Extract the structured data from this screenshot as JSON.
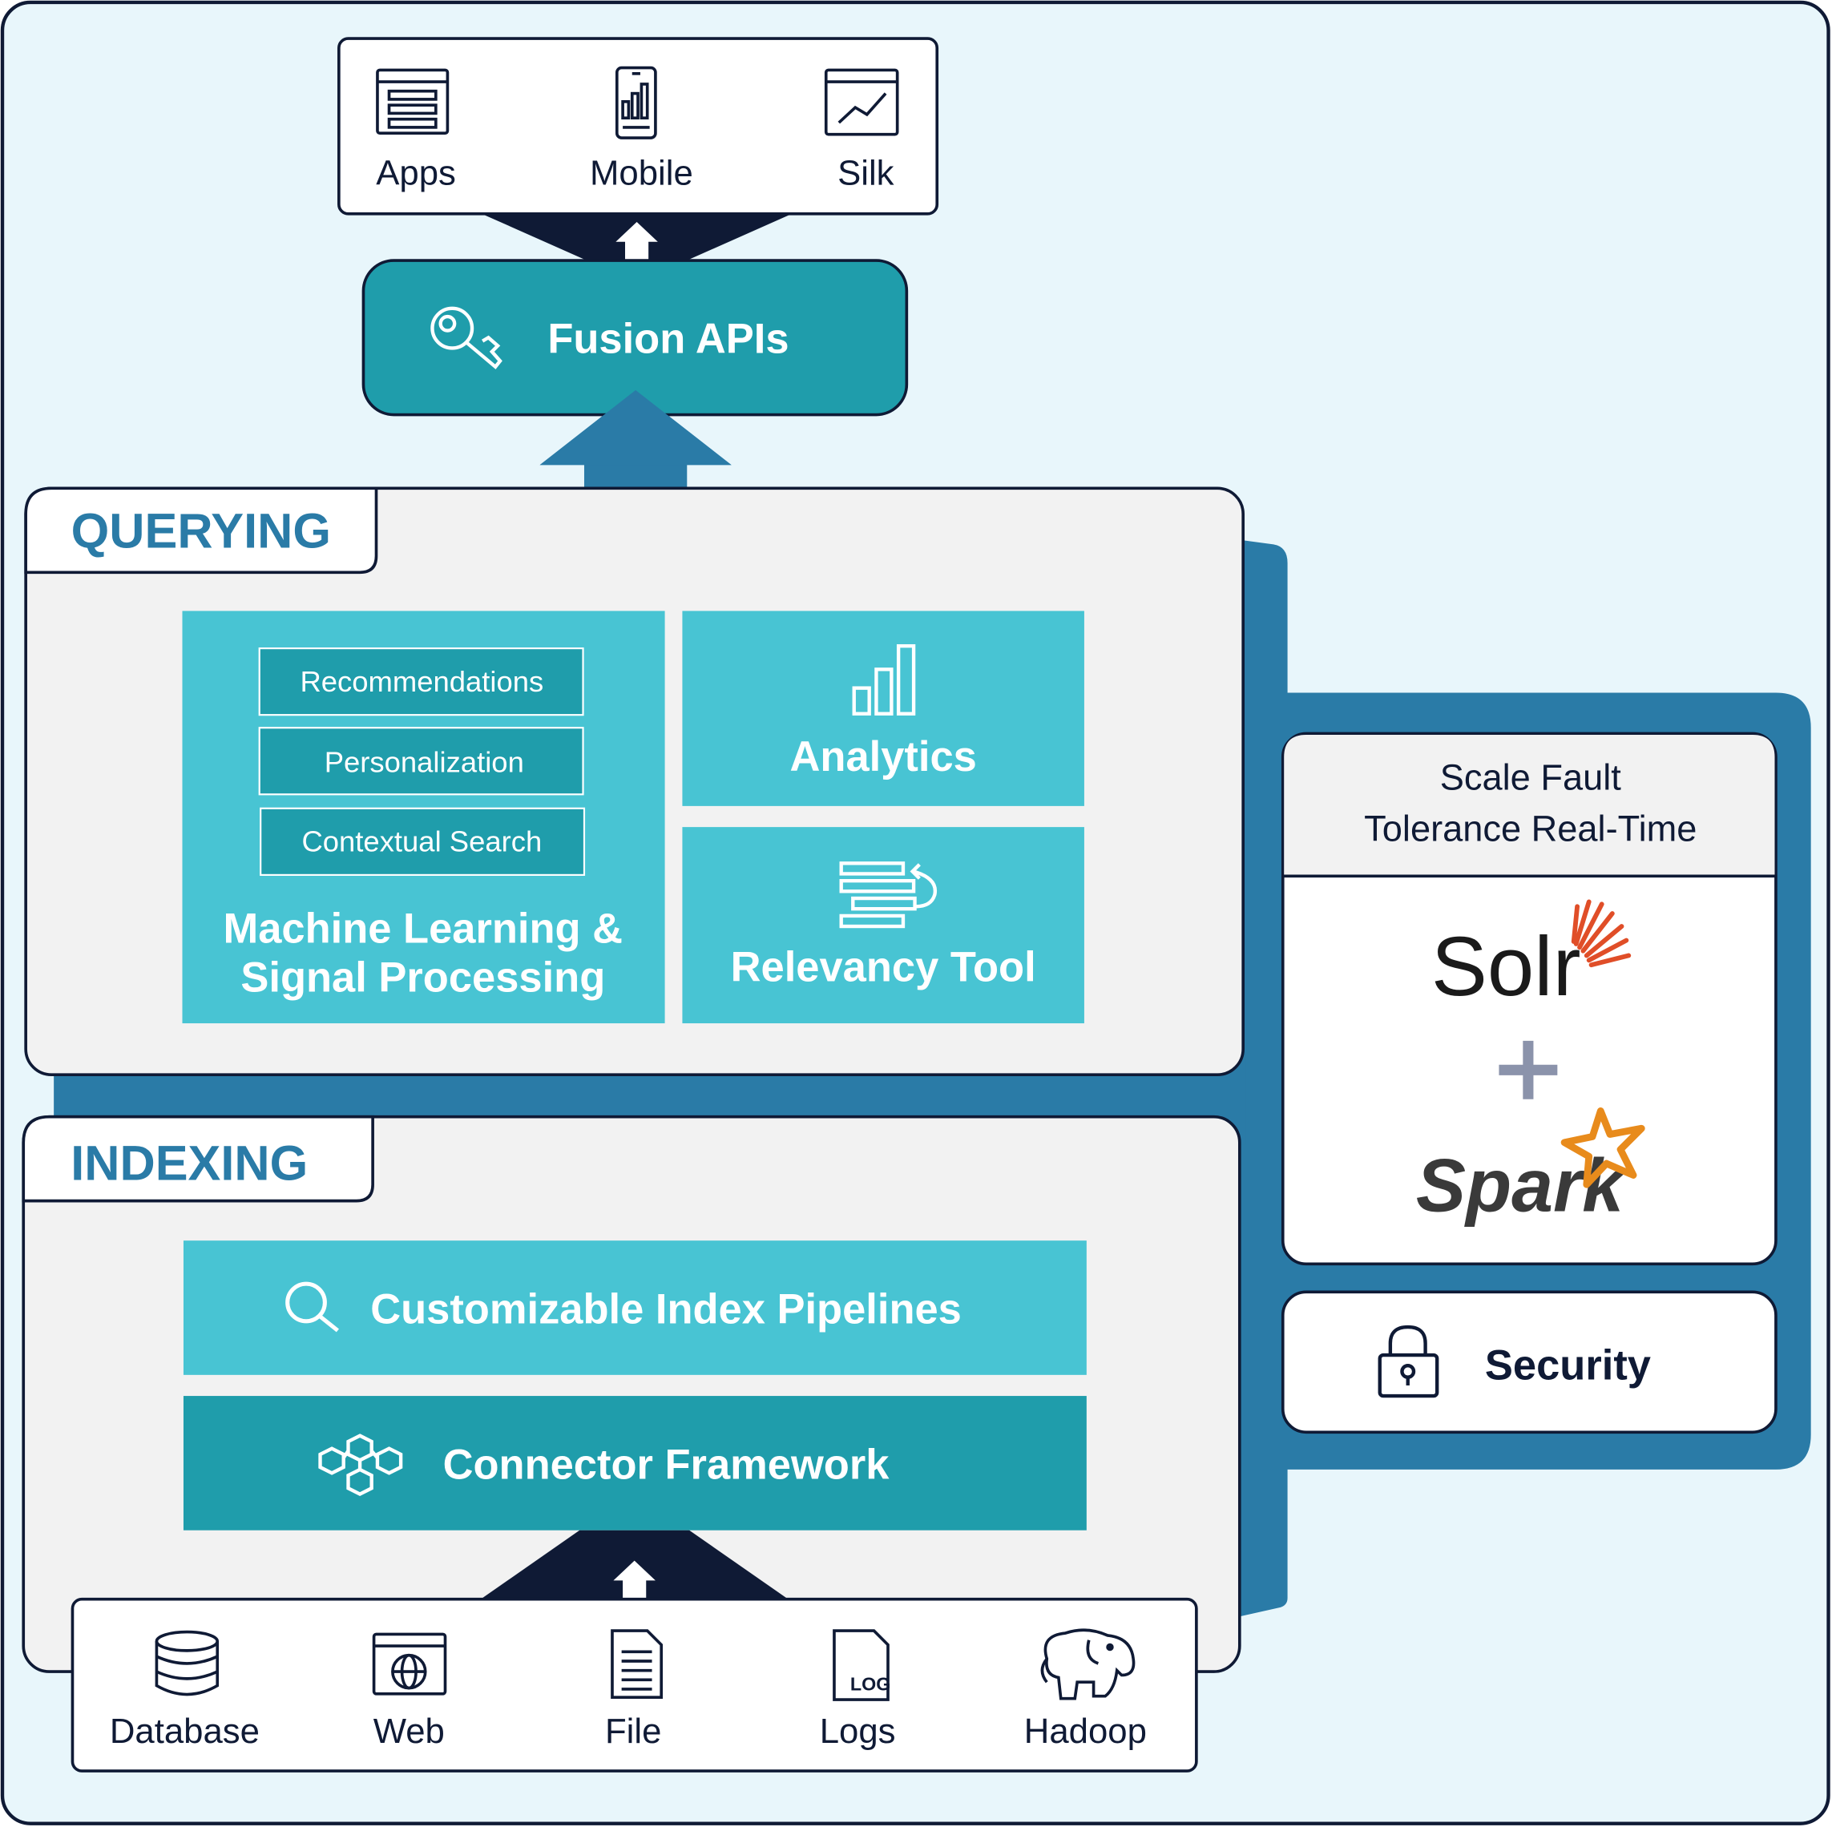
{
  "outputs": {
    "items": [
      {
        "label": "Apps",
        "icon": "app-window-icon"
      },
      {
        "label": "Mobile",
        "icon": "mobile-phone-icon"
      },
      {
        "label": "Silk",
        "icon": "dashboard-chart-icon"
      }
    ]
  },
  "api": {
    "label": "Fusion APIs",
    "icon": "key-icon"
  },
  "querying": {
    "title": "QUERYING",
    "ml": {
      "sub_items": [
        "Recommendations",
        "Personalization",
        "Contextual Search"
      ],
      "title_line1": "Machine Learning &",
      "title_line2": "Signal Processing"
    },
    "analytics": {
      "label": "Analytics",
      "icon": "bar-chart-icon"
    },
    "relevancy": {
      "label": "Relevancy Tool",
      "icon": "sort-bars-icon"
    }
  },
  "indexing": {
    "title": "INDEXING",
    "pipelines": {
      "label": "Customizable Index Pipelines",
      "icon": "search-icon"
    },
    "connectors": {
      "label": "Connector Framework",
      "icon": "hexagon-network-icon"
    }
  },
  "sources": {
    "items": [
      {
        "label": "Database",
        "icon": "database-icon"
      },
      {
        "label": "Web",
        "icon": "web-globe-icon"
      },
      {
        "label": "File",
        "icon": "file-icon"
      },
      {
        "label": "Logs",
        "icon": "log-file-icon",
        "badge": "LOG"
      },
      {
        "label": "Hadoop",
        "icon": "hadoop-elephant-icon"
      }
    ]
  },
  "platform": {
    "header_line1": "Scale Fault",
    "header_line2": "Tolerance Real-Time",
    "solr_logo": "Solr",
    "spark_logo": "Spark",
    "plus": "+"
  },
  "security": {
    "label": "Security",
    "icon": "padlock-icon"
  },
  "colors": {
    "dark_navy": "#0f1a35",
    "blue": "#2a7ba7",
    "teal_dark": "#1f9dab",
    "teal_light": "#48c4d3",
    "panel_gray": "#f2f2f2",
    "background": "#e8f6fb",
    "solr_orange": "#e04e28",
    "spark_orange": "#e88b1c"
  }
}
